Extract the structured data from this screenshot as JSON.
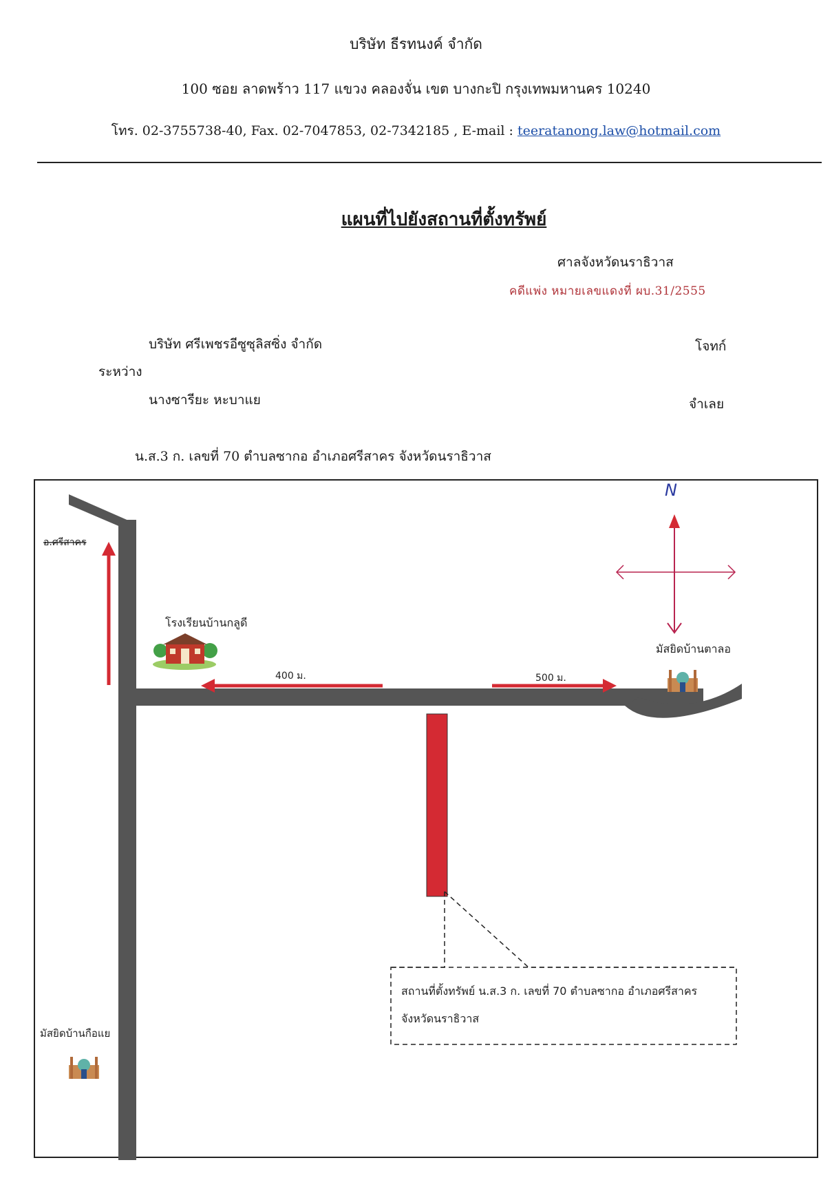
{
  "header": {
    "company": "บริษัท ธีรทนงค์ จำกัด",
    "address": "100 ซอย ลาดพร้าว 117 แขวง คลองจั่น เขต บางกะปิ กรุงเทพมหานคร 10240",
    "contact_prefix": "โทร. 02-3755738-40, Fax. 02-7047853, 02-7342185 , E-mail : ",
    "email": "teeratanong.law@hotmail.com"
  },
  "document": {
    "title": "แผนที่ไปยังสถานที่ตั้งทรัพย์",
    "court": "ศาลจังหวัดนราธิวาส",
    "case_number": "คดีแพ่ง หมายเลขแดงที่ ผบ.31/2555",
    "plaintiff": "บริษัท ศรีเพชรอีซูซุลิสซิ่ง จำกัด",
    "plaintiff_role": "โจทก์",
    "between": "ระหว่าง",
    "defendant": "นางซารียะ หะบาแย",
    "defendant_role": "จำเลย",
    "deed": "น.ส.3 ก. เลขที่ 70 ตำบลซากอ อำเภอศรีสาคร จังหวัดนราธิวาส"
  },
  "map": {
    "label_top_left": "อ.ศรีสาคร",
    "label_school": "โรงเรียนบ้านกลูดี",
    "label_mosque_right": "มัสยิดบ้านตาลอ",
    "label_mosque_bottom": "มัสยิดบ้านกือแย",
    "dist_left": "400 ม.",
    "dist_right": "500 ม.",
    "north": "N",
    "property_box_line1": "สถานที่ตั้งทรัพย์ น.ส.3 ก. เลขที่ 70 ตำบลซากอ อำเภอศรีสาคร",
    "property_box_line2": "จังหวัดนราธิวาส",
    "road_color": "#555555",
    "accent_red": "#d42a33",
    "arrow_magenta": "#b8234f"
  }
}
